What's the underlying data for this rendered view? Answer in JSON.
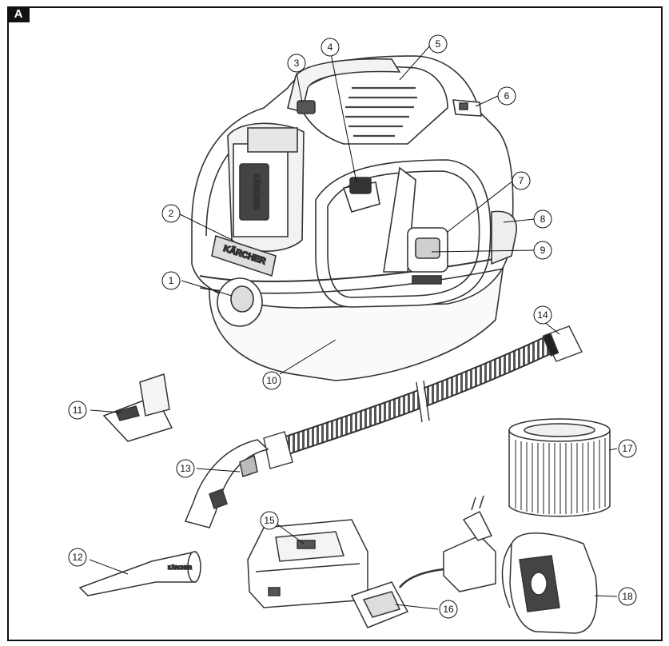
{
  "figure": {
    "label": "A"
  },
  "brand_marks": {
    "battery_top": "KÄRCHER",
    "body_front": "KÄRCHER",
    "crevice_nozzle": "KÄRCHER"
  },
  "callouts": [
    {
      "id": "1",
      "text": "1"
    },
    {
      "id": "2",
      "text": "2"
    },
    {
      "id": "3",
      "text": "3"
    },
    {
      "id": "4",
      "text": "4"
    },
    {
      "id": "5",
      "text": "5"
    },
    {
      "id": "6",
      "text": "6"
    },
    {
      "id": "7",
      "text": "7"
    },
    {
      "id": "8",
      "text": "8"
    },
    {
      "id": "9",
      "text": "9"
    },
    {
      "id": "10",
      "text": "10"
    },
    {
      "id": "11",
      "text": "11"
    },
    {
      "id": "12",
      "text": "12"
    },
    {
      "id": "13",
      "text": "13"
    },
    {
      "id": "14",
      "text": "14"
    },
    {
      "id": "15",
      "text": "15"
    },
    {
      "id": "16",
      "text": "16"
    },
    {
      "id": "17",
      "text": "17"
    },
    {
      "id": "18",
      "text": "18"
    }
  ]
}
